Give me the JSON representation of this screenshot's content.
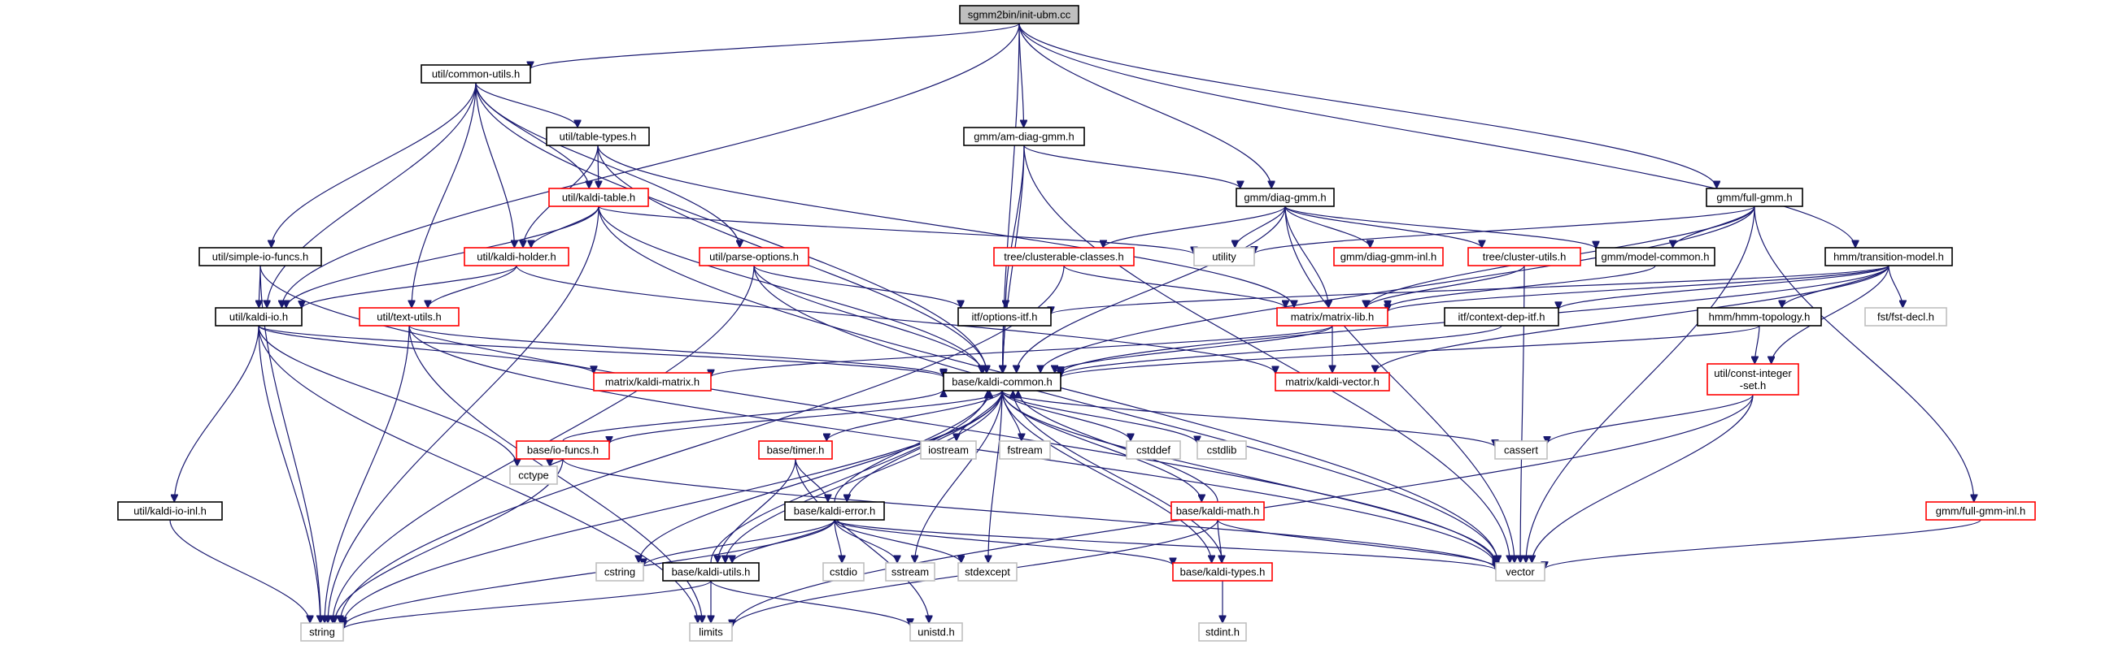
{
  "colors": {
    "edge": "#191970",
    "root_fill": "#bfbfbf",
    "documented_border": "#000000",
    "truncated_border": "#ff0000",
    "system_border": "#bfbfbf"
  },
  "graph": {
    "nodes": [
      {
        "id": "root",
        "label": "sgmm2bin/init-ubm.cc",
        "category": "root"
      },
      {
        "id": "common_utils",
        "label": "util/common-utils.h",
        "category": "doc"
      },
      {
        "id": "am_diag_gmm",
        "label": "gmm/am-diag-gmm.h",
        "category": "doc"
      },
      {
        "id": "table_types",
        "label": "util/table-types.h",
        "category": "doc"
      },
      {
        "id": "kaldi_table",
        "label": "util/kaldi-table.h",
        "category": "trunc"
      },
      {
        "id": "diag_gmm",
        "label": "gmm/diag-gmm.h",
        "category": "doc"
      },
      {
        "id": "full_gmm",
        "label": "gmm/full-gmm.h",
        "category": "doc"
      },
      {
        "id": "simple_io_funcs",
        "label": "util/simple-io-funcs.h",
        "category": "doc"
      },
      {
        "id": "kaldi_holder",
        "label": "util/kaldi-holder.h",
        "category": "trunc"
      },
      {
        "id": "parse_options",
        "label": "util/parse-options.h",
        "category": "trunc"
      },
      {
        "id": "utility",
        "label": "utility",
        "category": "sys"
      },
      {
        "id": "clusterable_classes",
        "label": "tree/clusterable-classes.h",
        "category": "trunc"
      },
      {
        "id": "diag_gmm_inl",
        "label": "gmm/diag-gmm-inl.h",
        "category": "trunc"
      },
      {
        "id": "cluster_utils",
        "label": "tree/cluster-utils.h",
        "category": "trunc"
      },
      {
        "id": "model_common",
        "label": "gmm/model-common.h",
        "category": "doc"
      },
      {
        "id": "transition_model",
        "label": "hmm/transition-model.h",
        "category": "doc"
      },
      {
        "id": "kaldi_io",
        "label": "util/kaldi-io.h",
        "category": "doc"
      },
      {
        "id": "text_utils",
        "label": "util/text-utils.h",
        "category": "trunc"
      },
      {
        "id": "options_itf",
        "label": "itf/options-itf.h",
        "category": "doc"
      },
      {
        "id": "matrix_lib",
        "label": "matrix/matrix-lib.h",
        "category": "trunc"
      },
      {
        "id": "context_dep_itf",
        "label": "itf/context-dep-itf.h",
        "category": "doc"
      },
      {
        "id": "hmm_topology",
        "label": "hmm/hmm-topology.h",
        "category": "doc"
      },
      {
        "id": "fst_decl",
        "label": "fst/fst-decl.h",
        "category": "sys"
      },
      {
        "id": "kaldi_matrix",
        "label": "matrix/kaldi-matrix.h",
        "category": "trunc"
      },
      {
        "id": "kaldi_common",
        "label": "base/kaldi-common.h",
        "category": "doc"
      },
      {
        "id": "kaldi_vector",
        "label": "matrix/kaldi-vector.h",
        "category": "trunc"
      },
      {
        "id": "const_integer_set",
        "label": "util/const-integer\n-set.h",
        "category": "trunc"
      },
      {
        "id": "io_funcs",
        "label": "base/io-funcs.h",
        "category": "trunc"
      },
      {
        "id": "timer",
        "label": "base/timer.h",
        "category": "trunc"
      },
      {
        "id": "iostream",
        "label": "iostream",
        "category": "sys"
      },
      {
        "id": "fstream",
        "label": "fstream",
        "category": "sys"
      },
      {
        "id": "cstddef",
        "label": "cstddef",
        "category": "sys"
      },
      {
        "id": "cstdlib",
        "label": "cstdlib",
        "category": "sys"
      },
      {
        "id": "cassert",
        "label": "cassert",
        "category": "sys"
      },
      {
        "id": "cctype",
        "label": "cctype",
        "category": "sys"
      },
      {
        "id": "kaldi_error",
        "label": "base/kaldi-error.h",
        "category": "doc"
      },
      {
        "id": "kaldi_math",
        "label": "base/kaldi-math.h",
        "category": "trunc"
      },
      {
        "id": "gmm_full_inl",
        "label": "gmm/full-gmm-inl.h",
        "category": "trunc"
      },
      {
        "id": "kaldi_io_inl",
        "label": "util/kaldi-io-inl.h",
        "category": "doc"
      },
      {
        "id": "cstring",
        "label": "cstring",
        "category": "sys"
      },
      {
        "id": "kaldi_utils",
        "label": "base/kaldi-utils.h",
        "category": "doc"
      },
      {
        "id": "cstdio",
        "label": "cstdio",
        "category": "sys"
      },
      {
        "id": "sstream",
        "label": "sstream",
        "category": "sys"
      },
      {
        "id": "stdexcept",
        "label": "stdexcept",
        "category": "sys"
      },
      {
        "id": "vector",
        "label": "vector",
        "category": "sys"
      },
      {
        "id": "kaldi_types",
        "label": "base/kaldi-types.h",
        "category": "trunc"
      },
      {
        "id": "string",
        "label": "string",
        "category": "sys"
      },
      {
        "id": "limits",
        "label": "limits",
        "category": "sys"
      },
      {
        "id": "unistd",
        "label": "unistd.h",
        "category": "sys"
      },
      {
        "id": "stdint",
        "label": "stdint.h",
        "category": "sys"
      }
    ],
    "edges": [
      [
        "root",
        "common_utils"
      ],
      [
        "root",
        "kaldi_io"
      ],
      [
        "root",
        "kaldi_common"
      ],
      [
        "root",
        "am_diag_gmm"
      ],
      [
        "root",
        "diag_gmm"
      ],
      [
        "root",
        "full_gmm"
      ],
      [
        "root",
        "transition_model"
      ],
      [
        "common_utils",
        "table_types"
      ],
      [
        "common_utils",
        "kaldi_table"
      ],
      [
        "common_utils",
        "kaldi_holder"
      ],
      [
        "common_utils",
        "simple_io_funcs"
      ],
      [
        "common_utils",
        "kaldi_io"
      ],
      [
        "common_utils",
        "text_utils"
      ],
      [
        "common_utils",
        "parse_options"
      ],
      [
        "common_utils",
        "kaldi_common"
      ],
      [
        "table_types",
        "kaldi_table"
      ],
      [
        "table_types",
        "kaldi_holder"
      ],
      [
        "table_types",
        "matrix_lib"
      ],
      [
        "table_types",
        "kaldi_common"
      ],
      [
        "kaldi_table",
        "kaldi_holder"
      ],
      [
        "kaldi_table",
        "string"
      ],
      [
        "kaldi_table",
        "utility"
      ],
      [
        "kaldi_table",
        "kaldi_io"
      ],
      [
        "kaldi_table",
        "kaldi_common"
      ],
      [
        "kaldi_table",
        "vector"
      ],
      [
        "kaldi_holder",
        "kaldi_io"
      ],
      [
        "kaldi_holder",
        "text_utils"
      ],
      [
        "kaldi_holder",
        "kaldi_vector"
      ],
      [
        "simple_io_funcs",
        "kaldi_io"
      ],
      [
        "simple_io_funcs",
        "string"
      ],
      [
        "simple_io_funcs",
        "vector"
      ],
      [
        "parse_options",
        "kaldi_common"
      ],
      [
        "parse_options",
        "options_itf"
      ],
      [
        "parse_options",
        "string"
      ],
      [
        "parse_options",
        "vector"
      ],
      [
        "kaldi_io",
        "kaldi_io_inl"
      ],
      [
        "kaldi_io",
        "kaldi_common"
      ],
      [
        "kaldi_io",
        "kaldi_matrix"
      ],
      [
        "kaldi_io",
        "cctype"
      ],
      [
        "kaldi_io",
        "string"
      ],
      [
        "kaldi_io",
        "limits"
      ],
      [
        "text_utils",
        "kaldi_common"
      ],
      [
        "text_utils",
        "string"
      ],
      [
        "text_utils",
        "limits"
      ],
      [
        "text_utils",
        "vector"
      ],
      [
        "kaldi_io_inl",
        "string"
      ],
      [
        "am_diag_gmm",
        "diag_gmm"
      ],
      [
        "am_diag_gmm",
        "kaldi_common"
      ],
      [
        "am_diag_gmm",
        "options_itf"
      ],
      [
        "am_diag_gmm",
        "vector"
      ],
      [
        "diag_gmm",
        "utility"
      ],
      [
        "diag_gmm",
        "clusterable_classes"
      ],
      [
        "diag_gmm",
        "diag_gmm_inl"
      ],
      [
        "diag_gmm",
        "cluster_utils"
      ],
      [
        "diag_gmm",
        "model_common"
      ],
      [
        "diag_gmm",
        "matrix_lib"
      ],
      [
        "diag_gmm",
        "kaldi_common"
      ],
      [
        "diag_gmm",
        "vector"
      ],
      [
        "full_gmm",
        "utility"
      ],
      [
        "full_gmm",
        "model_common"
      ],
      [
        "full_gmm",
        "matrix_lib"
      ],
      [
        "full_gmm",
        "gmm_full_inl"
      ],
      [
        "full_gmm",
        "kaldi_common"
      ],
      [
        "full_gmm",
        "vector"
      ],
      [
        "gmm_full_inl",
        "vector"
      ],
      [
        "clusterable_classes",
        "matrix_lib"
      ],
      [
        "clusterable_classes",
        "string"
      ],
      [
        "cluster_utils",
        "matrix_lib"
      ],
      [
        "cluster_utils",
        "vector"
      ],
      [
        "model_common",
        "matrix_lib"
      ],
      [
        "transition_model",
        "hmm_topology"
      ],
      [
        "transition_model",
        "fst_decl"
      ],
      [
        "transition_model",
        "const_integer_set"
      ],
      [
        "transition_model",
        "context_dep_itf"
      ],
      [
        "transition_model",
        "options_itf"
      ],
      [
        "transition_model",
        "matrix_lib"
      ],
      [
        "transition_model",
        "kaldi_common"
      ],
      [
        "transition_model",
        "kaldi_vector"
      ],
      [
        "hmm_topology",
        "kaldi_common"
      ],
      [
        "hmm_topology",
        "const_integer_set"
      ],
      [
        "const_integer_set",
        "cassert"
      ],
      [
        "const_integer_set",
        "vector"
      ],
      [
        "const_integer_set",
        "limits"
      ],
      [
        "context_dep_itf",
        "kaldi_common"
      ],
      [
        "options_itf",
        "kaldi_common"
      ],
      [
        "matrix_lib",
        "kaldi_matrix"
      ],
      [
        "matrix_lib",
        "kaldi_vector"
      ],
      [
        "matrix_lib",
        "kaldi_common"
      ],
      [
        "kaldi_common",
        "io_funcs"
      ],
      [
        "kaldi_common",
        "timer"
      ],
      [
        "kaldi_common",
        "iostream"
      ],
      [
        "kaldi_common",
        "fstream"
      ],
      [
        "kaldi_common",
        "cstddef"
      ],
      [
        "kaldi_common",
        "cstdlib"
      ],
      [
        "kaldi_common",
        "cassert"
      ],
      [
        "kaldi_common",
        "kaldi_error"
      ],
      [
        "kaldi_common",
        "kaldi_math"
      ],
      [
        "kaldi_common",
        "kaldi_utils"
      ],
      [
        "kaldi_common",
        "kaldi_types"
      ],
      [
        "kaldi_common",
        "cstring"
      ],
      [
        "kaldi_common",
        "string"
      ],
      [
        "kaldi_common",
        "vector"
      ],
      [
        "kaldi_common",
        "sstream"
      ],
      [
        "kaldi_common",
        "stdexcept"
      ],
      [
        "io_funcs",
        "kaldi_common"
      ],
      [
        "io_funcs",
        "cctype"
      ],
      [
        "io_funcs",
        "string"
      ],
      [
        "io_funcs",
        "vector"
      ],
      [
        "timer",
        "kaldi_error"
      ],
      [
        "timer",
        "kaldi_utils"
      ],
      [
        "timer",
        "unistd"
      ],
      [
        "kaldi_error",
        "kaldi_common"
      ],
      [
        "kaldi_error",
        "cstring"
      ],
      [
        "kaldi_error",
        "cstdio"
      ],
      [
        "kaldi_error",
        "sstream"
      ],
      [
        "kaldi_error",
        "stdexcept"
      ],
      [
        "kaldi_error",
        "kaldi_types"
      ],
      [
        "kaldi_error",
        "kaldi_utils"
      ],
      [
        "kaldi_error",
        "vector"
      ],
      [
        "kaldi_error",
        "string"
      ],
      [
        "kaldi_math",
        "kaldi_common"
      ],
      [
        "kaldi_math",
        "kaldi_types"
      ],
      [
        "kaldi_math",
        "limits"
      ],
      [
        "kaldi_math",
        "vector"
      ],
      [
        "kaldi_utils",
        "kaldi_common"
      ],
      [
        "kaldi_utils",
        "string"
      ],
      [
        "kaldi_utils",
        "limits"
      ],
      [
        "kaldi_utils",
        "unistd"
      ],
      [
        "kaldi_types",
        "kaldi_common"
      ],
      [
        "kaldi_types",
        "stdint"
      ]
    ]
  }
}
